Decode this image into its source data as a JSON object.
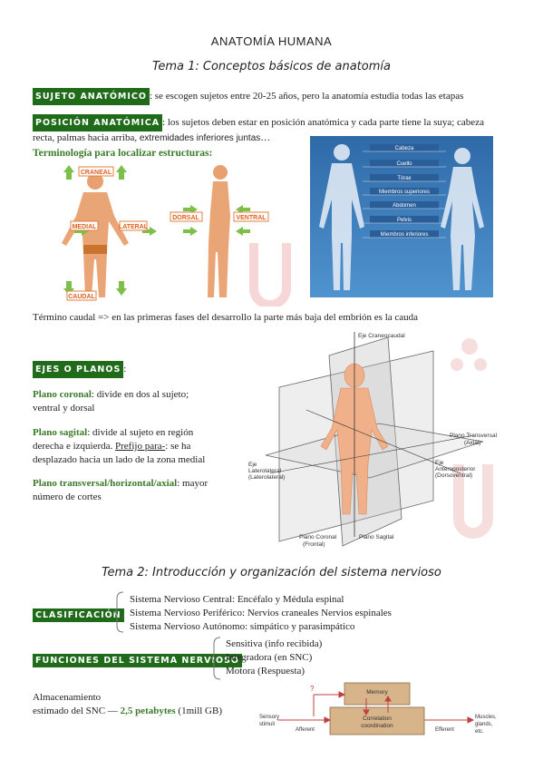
{
  "title": "ANATOMÍA HUMANA",
  "tema1": "Tema 1: Conceptos básicos de anatomía",
  "sujeto": {
    "tag": "SUJETO ANATÓMICO",
    "text": ": se escogen sujetos entre 20-25 años, pero la anatomía estudia todas las etapas"
  },
  "posicion": {
    "tag": "POSICIÓN ANATÓMICA",
    "text1": ": los sujetos deben estar en posición anatómica y cada parte tiene la suya; cabeza",
    "text2": "recta, palmas hacia arriba, ",
    "text2b": "extremidades inferiores juntas",
    "text2c": "…"
  },
  "terminologia": "Terminología para localizar estructuras",
  "figure1": {
    "craneal": "CRANEAL",
    "medial": "MEDIAL",
    "lateral": "LATERAL",
    "caudal": "CAUDAL",
    "dorsal": "DORSAL",
    "ventral": "VENTRAL"
  },
  "figure2": {
    "labels": [
      "Cabeza",
      "Cuello",
      "Tórax",
      "Miembros superiores",
      "Abdomen",
      "Pelvis",
      "Miembros inferiores"
    ]
  },
  "caudal_note": "Término caudal => en las primeras fases del desarrollo la parte más baja del embrión es la cauda",
  "ejes": {
    "tag": "EJES O PLANOS",
    "colon": ":",
    "coronal_b": "Plano coronal",
    "coronal_t": ": divide en dos al sujeto;",
    "coronal_t2": "ventral y dorsal",
    "sagital_b": "Plano sagital",
    "sagital_t": ": divide al sujeto en región",
    "sagital_t2": "derecha e izquierda. ",
    "sagital_u": "Prefijo para-",
    "sagital_t3": ": se ha",
    "sagital_t4": "desplazado hacia un lado de la zona medial",
    "transversal_b": "Plano transversal/horizontal/axial",
    "transversal_t": ": mayor",
    "transversal_t2": "número de cortes"
  },
  "figure3": {
    "eje_craneo": "Eje Craneocaudal",
    "plano_transversal": "Plano Transversal",
    "axial": "(Axial)",
    "eje_antero": "Eje",
    "antero": "Anteroposterior",
    "dorsoventral": "(Dorsoventral)",
    "eje_lat": "Eje",
    "laterolateral_a": "Laterolateral",
    "laterolateral_b": "(Laterolateral)",
    "plano_coronal": "Plano Coronal",
    "frontal": "(Frontal)",
    "plano_sagital": "Plano Sagital"
  },
  "tema2": "Tema 2: Introducción y organización del sistema nervioso",
  "clasificacion": {
    "tag": "CLASIFICACIÓN",
    "items": [
      "Sistema Nervioso Central: Encéfalo y Médula espinal",
      "Sistema Nervioso Periférico: Nervios craneales Nervios espinales",
      "Sistema Nervioso Autónomo: simpático y parasimpático"
    ]
  },
  "funciones": {
    "tag": "FUNCIONES DEL SISTEMA NERVIOSO",
    "items": [
      "Sensitiva (info recibida)",
      "Integradora (en SNC)",
      "Motora (Respuesta)"
    ]
  },
  "almacen": {
    "line1": "Almacenamiento",
    "line2": "estimado del SNC — ",
    "value": "2,5 petabytes",
    "rest": " (1mill GB)"
  },
  "figure4": {
    "memory": "Memory",
    "correlation": "Correlation",
    "coordination": "coordination",
    "sensory": "Sensory",
    "stimuli": "stimuli",
    "afferent": "Afferent",
    "efferent": "Efferent",
    "muscles": "Muscles,",
    "glands": "glands,",
    "etc": "etc.",
    "q": "?"
  },
  "colors": {
    "tag_bg": "#1f6b1a",
    "green_text": "#3a7a2a",
    "skin": "#f0b08a",
    "arrow_green": "#7cc04a",
    "photo_blue": "#3f7fc0"
  }
}
